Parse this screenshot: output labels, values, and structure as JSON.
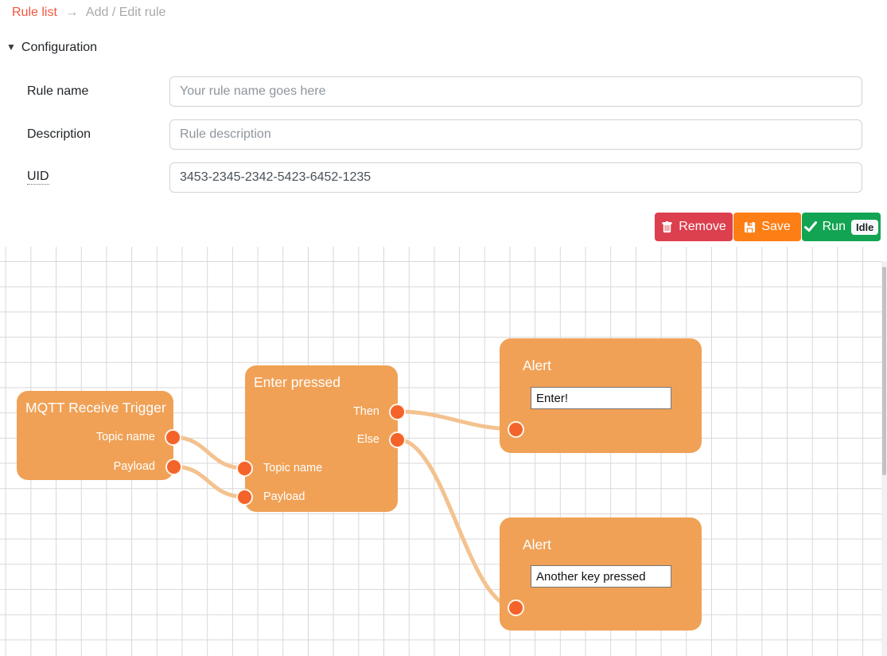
{
  "breadcrumb": {
    "rule_list": "Rule list",
    "separator": "→",
    "current": "Add / Edit rule"
  },
  "configuration": {
    "collapse_icon": "▼",
    "title": "Configuration",
    "fields": {
      "rule_name": {
        "label": "Rule name",
        "placeholder": "Your rule name goes here"
      },
      "description": {
        "label": "Description",
        "placeholder": "Rule description"
      },
      "uid": {
        "label": "UID",
        "value": "3453-2345-2342-5423-6452-1235"
      }
    }
  },
  "toolbar": {
    "remove_label": "Remove",
    "save_label": "Save",
    "run_label": "Run",
    "run_status": "Idle"
  },
  "canvas": {
    "nodes": {
      "mqtt": {
        "title": "MQTT Receive Trigger",
        "outputs": [
          "Topic name",
          "Payload"
        ]
      },
      "enter": {
        "title": "Enter pressed",
        "outputs": [
          "Then",
          "Else"
        ],
        "inputs": [
          "Topic name",
          "Payload"
        ]
      },
      "alert1": {
        "title": "Alert",
        "value": "Enter!"
      },
      "alert2": {
        "title": "Alert",
        "value": "Another key pressed"
      }
    },
    "connections": [
      "MQTT Topic name → Enter pressed Topic name",
      "MQTT Payload → Enter pressed Payload",
      "Enter pressed Then → Alert (Enter!)",
      "Enter pressed Else → Alert (Another key pressed)"
    ]
  },
  "colors": {
    "link": "#f2573f",
    "node_body": "#f0a156",
    "socket": "#f4632a",
    "connection": "#f3c28e",
    "grid_line": "#d8d8d8",
    "remove_button": "#dc3f4e",
    "save_button": "#fd7e14",
    "run_button": "#13a453"
  }
}
